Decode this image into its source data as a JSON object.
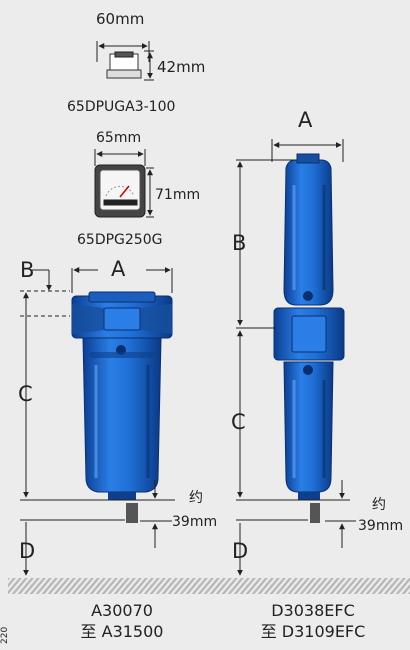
{
  "top_accessory": {
    "width_label": "60mm",
    "height_label": "42mm",
    "model": "65DPUGA3-100"
  },
  "gauge_accessory": {
    "width_label": "65mm",
    "height_label": "71mm",
    "model": "65DPG250G"
  },
  "left_filter": {
    "dim_a": "A",
    "dim_b": "B",
    "dim_c": "C",
    "dim_d": "D",
    "drain_note_line1": "约",
    "drain_note_line2": "39mm",
    "model_from": "A30070",
    "model_to": "至 A31500"
  },
  "right_filter": {
    "dim_a": "A",
    "dim_b": "B",
    "dim_c": "C",
    "dim_d": "D",
    "drain_note_line1": "约",
    "drain_note_line2": "39mm",
    "model_from": "D3038EFC",
    "model_to": "至 D3109EFC"
  },
  "side_code": "220",
  "colors": {
    "body_blue": "#1f6fd6",
    "dark_blue": "#0d3f8c",
    "line": "#222222",
    "background": "#ececec",
    "floor_hatch": "#b5b5b5"
  }
}
